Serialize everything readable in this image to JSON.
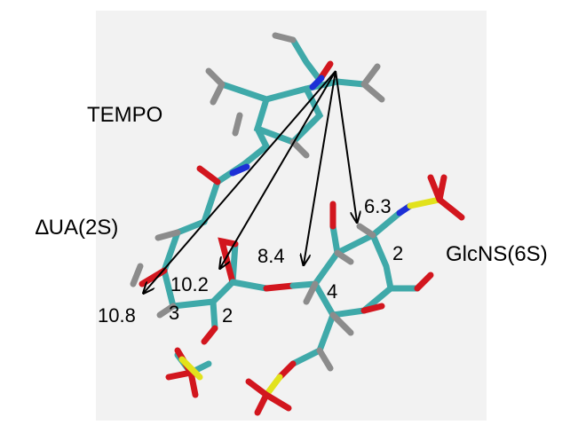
{
  "labels": {
    "tempo": "TEMPO",
    "dua": "∆UA(2S)",
    "glcns": "GlcNS(6S)"
  },
  "distances": [
    "10.8",
    "10.2",
    "8.4",
    "6.3"
  ],
  "position_numbers": [
    "3",
    "2",
    "4",
    "2"
  ],
  "colors": {
    "background_panel": "#f2f2f2",
    "carbon": "#3fa9a9",
    "oxygen": "#d2161e",
    "nitrogen": "#1c2fd6",
    "sulfur": "#e2e21c",
    "hydrogen": "#8c8c8c",
    "arrow": "#000000"
  }
}
